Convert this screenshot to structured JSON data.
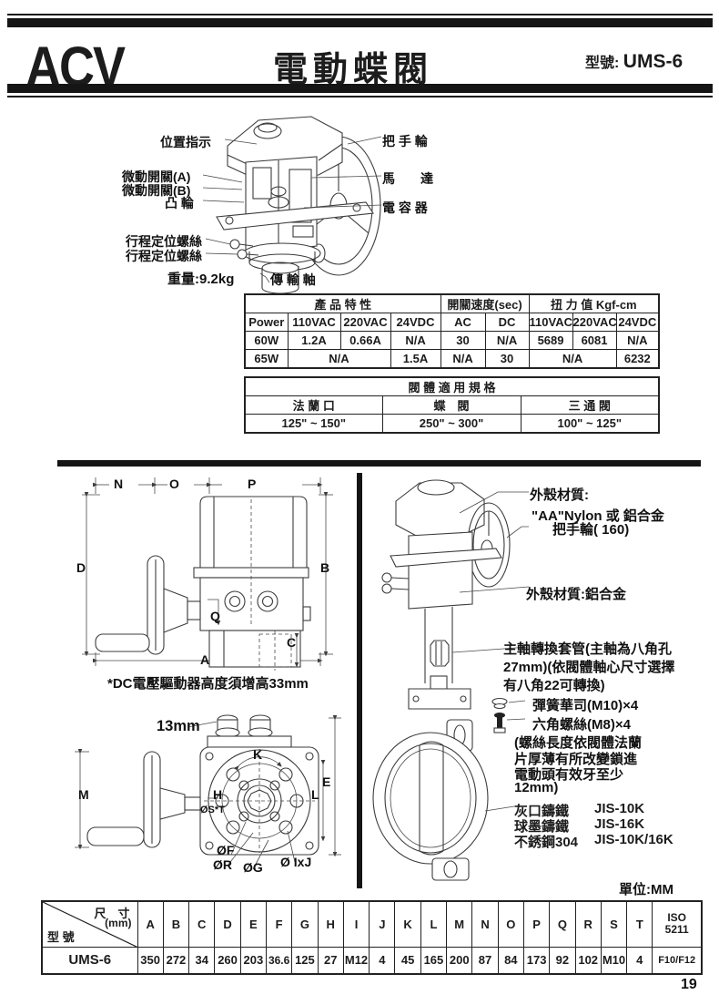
{
  "header": {
    "brand": "ACV",
    "title": "電動蝶閥",
    "model_label": "型號:",
    "model_value": "UMS-6"
  },
  "top_diagram": {
    "position_indicator": "位置指示",
    "handwheel": "把 手 輪",
    "micro_switch_a": "微動開關(A)",
    "micro_switch_b": "微動開關(B)",
    "cam": "凸 輪",
    "motor": "馬　　達",
    "capacitor": "電 容 器",
    "travel_screw_1": "行程定位螺絲",
    "travel_screw_2": "行程定位螺絲",
    "weight": "重量:9.2kg",
    "drive_shaft": "傳  輸  軸"
  },
  "spec_table": {
    "group_headers": [
      "產 品 特 性",
      "開關速度(sec)",
      "扭 力 值 Kgf-cm"
    ],
    "col_headers": [
      "Power",
      "110VAC",
      "220VAC",
      "24VDC",
      "AC",
      "DC",
      "110VAC",
      "220VAC",
      "24VDC"
    ],
    "row_60w": [
      "60W",
      "1.2A",
      "0.66A",
      "N/A",
      "30",
      "N/A",
      "5689",
      "6081",
      "N/A"
    ],
    "row_65w": {
      "power": "65W",
      "vac": "N/A",
      "vdc": "1.5A",
      "ac": "N/A",
      "dc": "30",
      "torque_vac": "N/A",
      "torque_vdc": "6232"
    }
  },
  "valve_table": {
    "title": "閥 體 適 用 規 格",
    "cols": [
      "法 蘭 口",
      "蝶　閥",
      "三 通 閥"
    ],
    "values": [
      "125\" ~ 150\"",
      "250\" ~ 300\"",
      "100\" ~ 125\""
    ]
  },
  "front_view": {
    "dims": {
      "n": "N",
      "o": "O",
      "p": "P",
      "d": "D",
      "b": "B",
      "q": "Q",
      "c": "C",
      "a": "A"
    },
    "note": "*DC電壓驅動器高度須增高33mm"
  },
  "top_view": {
    "gland": "13mm",
    "dims": {
      "m": "M",
      "k": "K",
      "h": "H",
      "st": "ØS*T",
      "e": "E",
      "l": "L",
      "f": "ØF",
      "r": "ØR",
      "g": "ØG",
      "ixj": "Ø IxJ"
    }
  },
  "exploded_view": {
    "housing_material_1a": "外殼材質:",
    "housing_material_1b": "\"AA\"Nylon 或 鋁合金",
    "handwheel": "把手輪( 160)",
    "housing_material_2": "外殼材質:鋁合金",
    "sleeve_line1": "主軸轉換套管(主軸為八角孔",
    "sleeve_line2": "27mm)(依閥體軸心尺寸選擇",
    "sleeve_line3": "有八角22可轉換)",
    "washer": "彈簧華司(M10)×4",
    "bolt": "六角螺絲(M8)×4",
    "bolt_note_1": "(螺絲長度依閥體法蘭",
    "bolt_note_2": "片厚薄有所改變鎖進",
    "bolt_note_3": "電動頭有效牙至少",
    "bolt_note_4": "12mm)",
    "materials": [
      {
        "name": "灰口鑄鐵",
        "rating": "JIS-10K"
      },
      {
        "name": "球墨鑄鐵",
        "rating": "JIS-16K"
      },
      {
        "name": "不銹鋼304",
        "rating": "JIS-10K/16K"
      }
    ]
  },
  "unit_note": "單位:MM",
  "dim_table": {
    "corner_top": "尺　寸",
    "corner_mid": "(mm)",
    "corner_bottom": "型 號",
    "headers": [
      "A",
      "B",
      "C",
      "D",
      "E",
      "F",
      "G",
      "H",
      "I",
      "J",
      "K",
      "L",
      "M",
      "N",
      "O",
      "P",
      "Q",
      "R",
      "S",
      "T"
    ],
    "iso_line1": "ISO",
    "iso_line2": "5211",
    "model": "UMS-6",
    "values": [
      "350",
      "272",
      "34",
      "260",
      "203",
      "36.6",
      "125",
      "27",
      "M12",
      "4",
      "45",
      "165",
      "200",
      "87",
      "84",
      "173",
      "92",
      "102",
      "M10",
      "4"
    ],
    "iso_value": "F10/F12"
  },
  "page_number": "19"
}
